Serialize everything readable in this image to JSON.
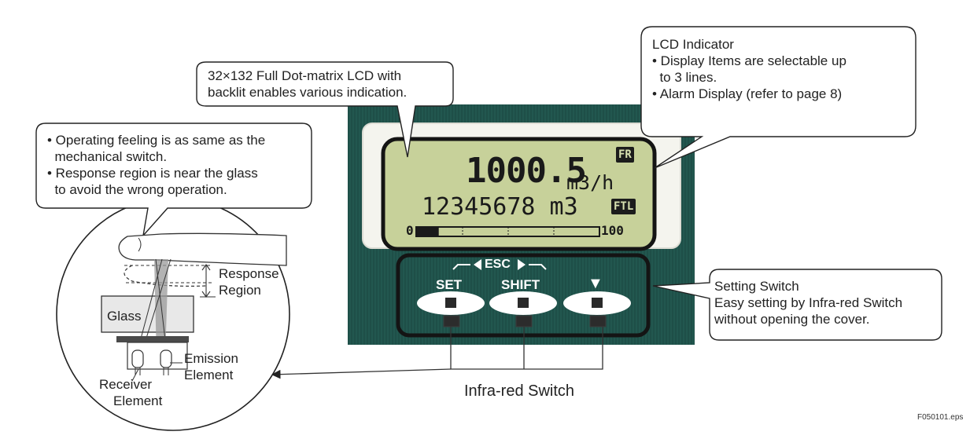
{
  "callouts": {
    "lcd_matrix": [
      "32×132 Full Dot-matrix LCD with",
      "backlit enables various indication."
    ],
    "lcd_indicator": [
      "LCD Indicator",
      "• Display Items are selectable up",
      "  to 3 lines.",
      "• Alarm Display (refer to page 8)"
    ],
    "operating": [
      "• Operating feeling is as same as the",
      "  mechanical switch.",
      "• Response region is near the glass",
      "  to avoid the wrong operation."
    ],
    "setting_switch": [
      "Setting Switch",
      "Easy setting by Infra-red Switch",
      "without opening the cover."
    ]
  },
  "lcd": {
    "flow_value": "1000.5",
    "flow_unit": "m3/h",
    "total_value": "12345678 m3",
    "badge_top": "FR",
    "badge_bottom": "FTL",
    "bar_start": "0",
    "bar_end": "100",
    "bar_level_percent": 12
  },
  "keys": {
    "esc": "ESC",
    "set": "SET",
    "shift": "SHIFT",
    "down_symbol": "▼"
  },
  "detail": {
    "response_region": [
      "Response",
      "Region"
    ],
    "glass": "Glass",
    "emission_element": [
      "Emission",
      "Element"
    ],
    "receiver_element": [
      "Receiver",
      "Element"
    ]
  },
  "infrared_switch_label": "Infra-red Switch",
  "file_id": "F050101.eps",
  "colors": {
    "panel_green": "#1e4f48",
    "lcd_bg": "#c7d19a",
    "bezel": "#f4f4ee"
  }
}
